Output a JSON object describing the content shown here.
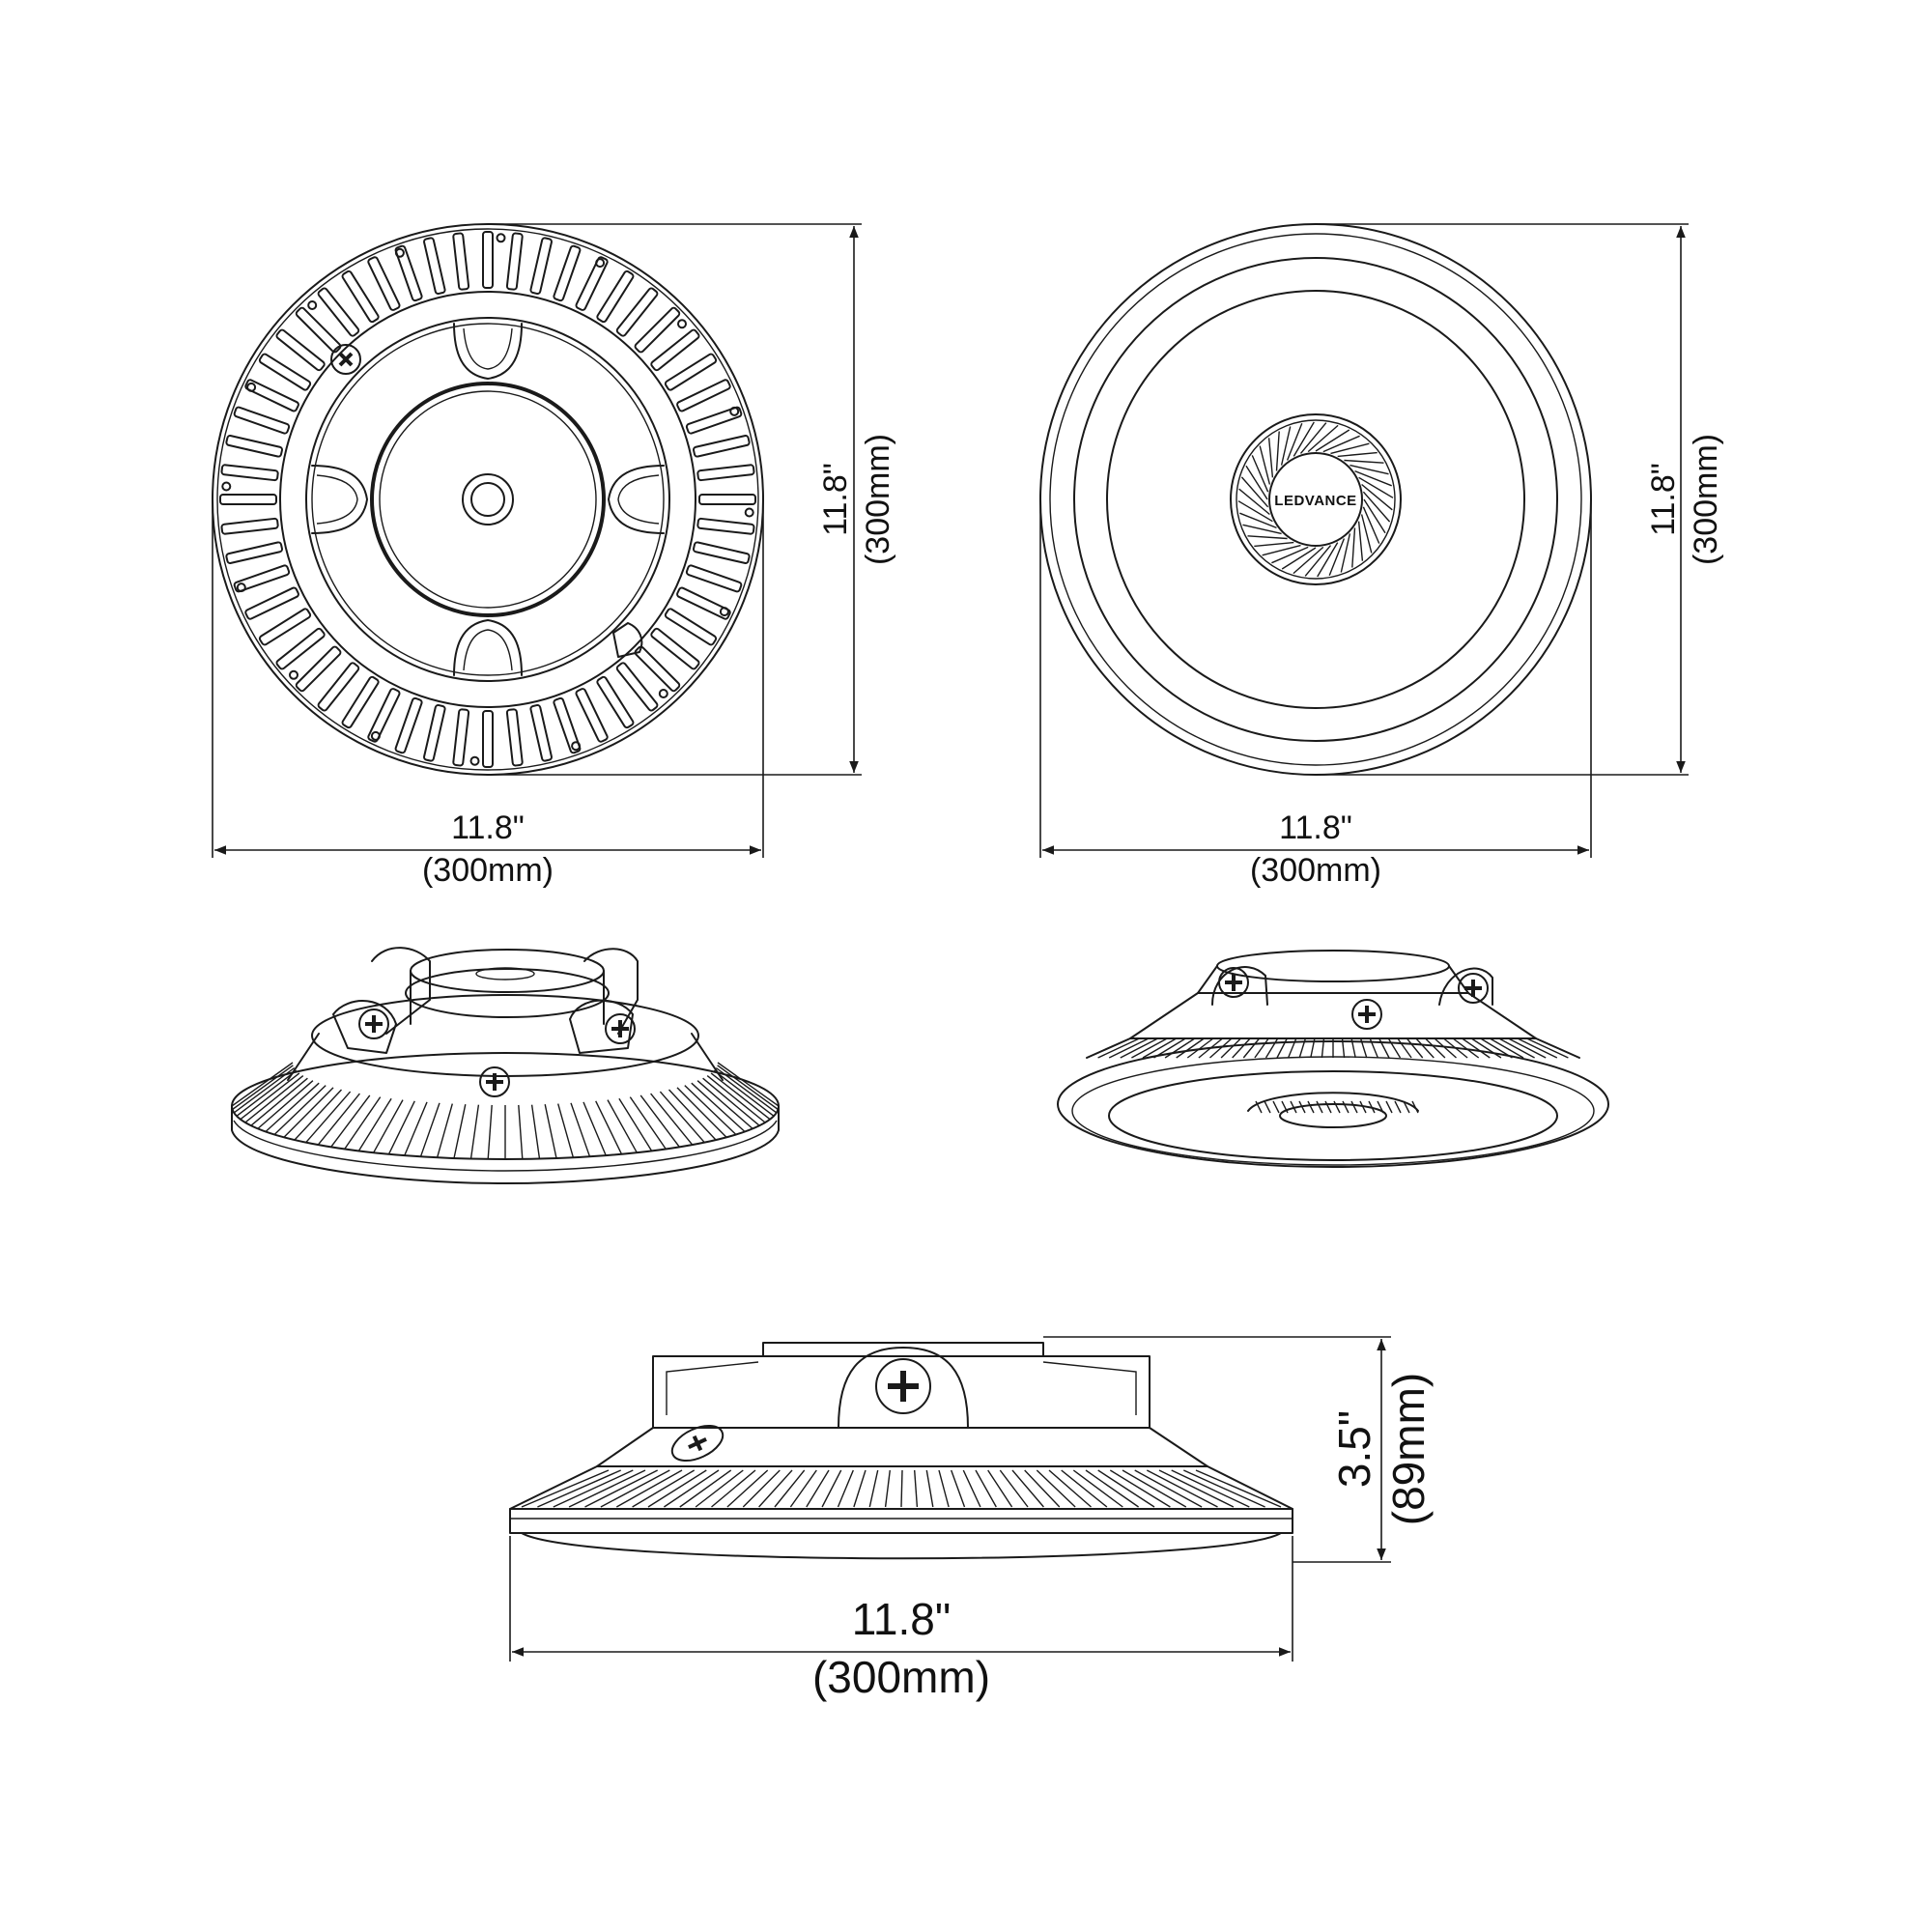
{
  "views": {
    "top": {
      "width_in": "11.8\"",
      "width_mm": "(300mm)",
      "height_in": "11.8\"",
      "height_mm": "(300mm)"
    },
    "bottom": {
      "brand": "LEDVANCE",
      "width_in": "11.8\"",
      "width_mm": "(300mm)",
      "height_in": "11.8\"",
      "height_mm": "(300mm)"
    },
    "side": {
      "width_in": "11.8\"",
      "width_mm": "(300mm)",
      "height_in": "3.5\"",
      "height_mm": "(89mm)"
    }
  },
  "colors": {
    "line": "#1a1a1a",
    "background": "#ffffff"
  }
}
